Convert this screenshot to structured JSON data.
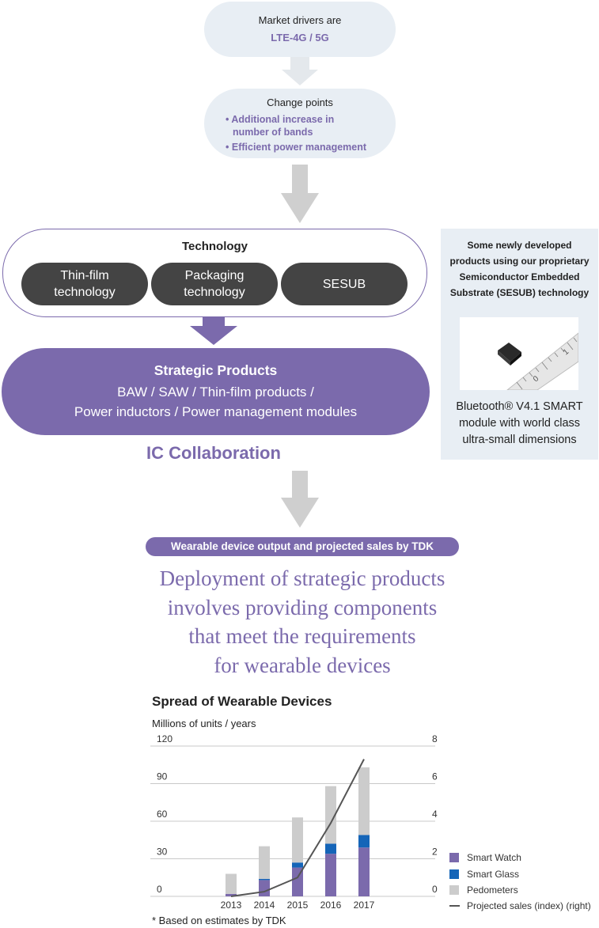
{
  "flow": {
    "market": {
      "line1": "Market drivers are",
      "line2": "LTE-4G / 5G"
    },
    "change": {
      "title": "Change points",
      "bullet1a": "Additional increase in",
      "bullet1b": "number of bands",
      "bullet2": "Efficient power management"
    },
    "technology": {
      "title": "Technology",
      "items": [
        {
          "line1": "Thin-film",
          "line2": "technology"
        },
        {
          "line1": "Packaging",
          "line2": "technology"
        },
        {
          "line1": "SESUB",
          "line2": ""
        }
      ]
    },
    "strategic": {
      "title": "Strategic Products",
      "line1": "BAW / SAW / Thin-film products /",
      "line2": "Power inductors / Power management modules"
    },
    "ic": "IC Collaboration"
  },
  "sidebar": {
    "heading": [
      "Some newly developed",
      "products using our proprietary",
      "Semiconductor Embedded",
      "Substrate (SESUB) technology"
    ],
    "caption": [
      "Bluetooth® V4.1 SMART",
      "module with world class",
      "ultra-small dimensions"
    ],
    "ruler_labels": [
      "0",
      "1"
    ]
  },
  "wearable": {
    "badge": "Wearable device output and projected sales by TDK",
    "headline": [
      "Deployment of strategic products",
      "involves providing components",
      "that meet the requirements",
      "for wearable devices"
    ]
  },
  "colors": {
    "purple": "#7b6aac",
    "blue": "#1565b8",
    "grey": "#cccccc",
    "line": "#555555"
  },
  "chart_data": {
    "type": "bar",
    "title": "Spread of Wearable Devices",
    "ylabel": "Millions of units / years",
    "categories": [
      "2013",
      "2014",
      "2015",
      "2016",
      "2017"
    ],
    "stacked": true,
    "ylim": [
      0,
      120
    ],
    "yticks": [
      "0",
      "30",
      "60",
      "90",
      "120"
    ],
    "y2lim": [
      0,
      8
    ],
    "y2ticks": [
      "0",
      "2",
      "4",
      "6",
      "8"
    ],
    "series": [
      {
        "name": "Smart Watch",
        "color": "#7b6aac",
        "values": [
          2,
          13,
          23,
          34,
          39
        ]
      },
      {
        "name": "Smart Glass",
        "color": "#1565b8",
        "values": [
          0,
          1,
          4,
          8,
          10
        ]
      },
      {
        "name": "Pedometers",
        "color": "#cccccc",
        "values": [
          16,
          26,
          36,
          46,
          54
        ]
      }
    ],
    "line_series": {
      "name": "Projected sales (index) (right)",
      "color": "#555555",
      "axis": "right",
      "values": [
        0,
        0.25,
        1.0,
        3.9,
        7.3
      ]
    },
    "legend_position": "right",
    "note": "* Based on estimates by TDK"
  }
}
